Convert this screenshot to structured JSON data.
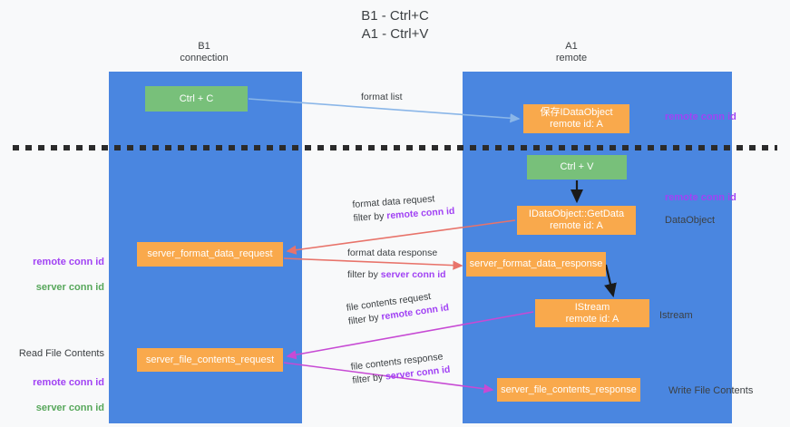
{
  "title": "B1 - Ctrl+C\nA1 - Ctrl+V",
  "lanes": [
    {
      "name": "b1",
      "title": "B1\nconnection",
      "color": "#4a86e0"
    },
    {
      "name": "a1",
      "title": "A1\nremote",
      "color": "#4a86e0"
    }
  ],
  "colors": {
    "lane": "#4a86e0",
    "green_node": "#78c07a",
    "orange_node": "#f9a94c",
    "purple_text": "#a142f4",
    "green_text": "#57a75b",
    "blue_arrow": "#8ab6e8",
    "red_arrow": "#e8736a",
    "magenta_arrow": "#c74ad4",
    "black_arrow": "#1a1a1a",
    "background": "#f8f9fa"
  },
  "nodes": {
    "ctrl_c": "Ctrl + C",
    "save_idataobject": "保存IDataObject\nremote id: A",
    "ctrl_v": "Ctrl + V",
    "getdata": "IDataObject::GetData\nremote id: A",
    "server_format_data_request": "server_format_data_request",
    "server_format_data_response": "server_format_data_response",
    "istream": "IStream\nremote id: A",
    "server_file_contents_request": "server_file_contents_request",
    "server_file_contents_response": "server_file_contents_response"
  },
  "edge_labels": {
    "format_list": "format list",
    "format_data_request": "format data request",
    "format_data_request_filter_prefix": "filter by ",
    "format_data_request_filter_key": "remote conn id",
    "format_data_response": "format data response",
    "format_data_response_filter_prefix": "filter by ",
    "format_data_response_filter_key": "server conn id",
    "file_contents_request": "file contents request",
    "file_contents_request_filter_prefix": "filter by ",
    "file_contents_request_filter_key": "remote conn id",
    "file_contents_response": "file contents response",
    "file_contents_response_filter_prefix": "filter by ",
    "file_contents_response_filter_key": "server conn id"
  },
  "annotations": {
    "remote_conn_id_top": "remote conn id",
    "remote_conn_id_mid": "remote conn id",
    "dataobject": "DataObject",
    "istream": "Istream",
    "write_file_contents": "Write File Contents",
    "read_file_contents": "Read File Contents",
    "left_remote_conn_id": "remote conn id",
    "left_server_conn_id": "server conn id",
    "left_remote_conn_id_2": "remote conn id",
    "left_server_conn_id_2": "server conn id"
  },
  "divider": {
    "name": "dashed-separator",
    "style": "dashed",
    "color": "#2b2b2b"
  }
}
